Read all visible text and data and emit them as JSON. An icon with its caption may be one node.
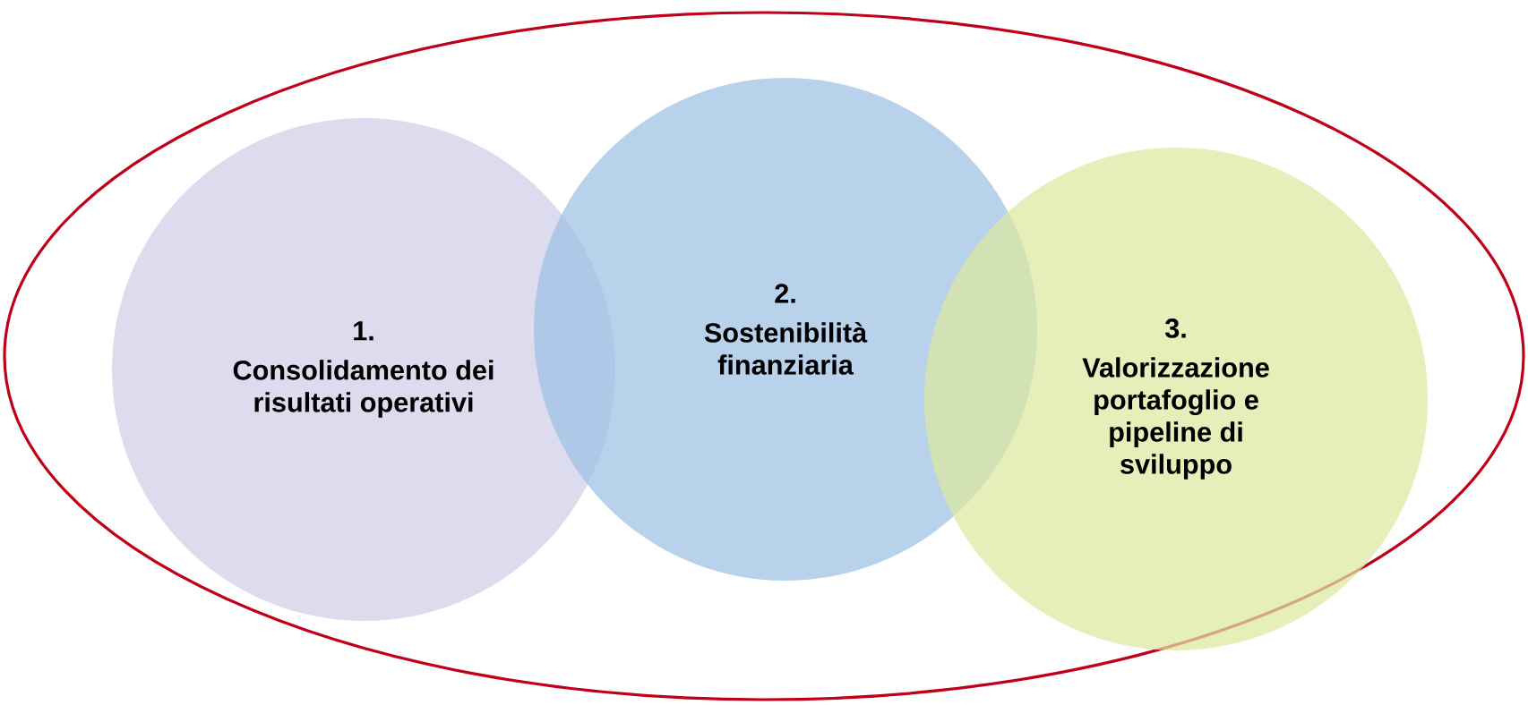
{
  "diagram": {
    "nodes": [
      {
        "text": [],
        "shape": "ellipse"
      },
      {
        "text": [
          "1.",
          "Consolidamento dei risultati operativi"
        ],
        "in": 0
      },
      {
        "text": [
          "2.",
          "Sostenibilità finanziaria"
        ],
        "in": 0
      },
      {
        "text": [
          "3.",
          "Valorizzazione portafoglio e pipeline di sviluppo"
        ],
        "in": 0
      }
    ]
  }
}
